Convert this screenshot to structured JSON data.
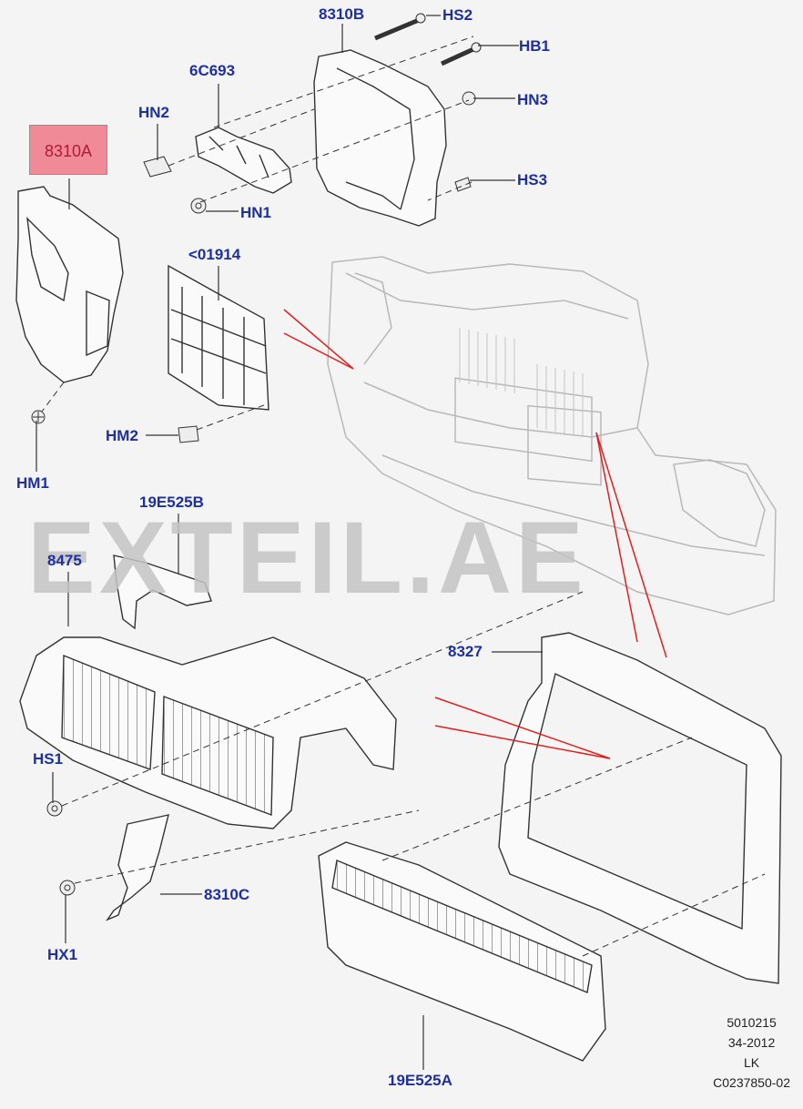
{
  "watermark": "EXTEIL.AE",
  "callouts": [
    {
      "id": "8310B",
      "label": "8310B"
    },
    {
      "id": "HS2",
      "label": "HS2"
    },
    {
      "id": "HB1",
      "label": "HB1"
    },
    {
      "id": "6C693",
      "label": "6C693"
    },
    {
      "id": "HN3",
      "label": "HN3"
    },
    {
      "id": "HN2",
      "label": "HN2"
    },
    {
      "id": "8310A",
      "label": "8310A",
      "highlighted": true
    },
    {
      "id": "HS3",
      "label": "HS3"
    },
    {
      "id": "HN1",
      "label": "HN1"
    },
    {
      "id": "01914",
      "label": "<01914"
    },
    {
      "id": "HM2",
      "label": "HM2"
    },
    {
      "id": "HM1",
      "label": "HM1"
    },
    {
      "id": "19E525B",
      "label": "19E525B"
    },
    {
      "id": "8475",
      "label": "8475"
    },
    {
      "id": "8327",
      "label": "8327"
    },
    {
      "id": "HS1",
      "label": "HS1"
    },
    {
      "id": "8310C",
      "label": "8310C"
    },
    {
      "id": "HX1",
      "label": "HX1"
    },
    {
      "id": "19E525A",
      "label": "19E525A"
    }
  ],
  "drawing_info": [
    "5010215",
    "34-2012",
    "LK",
    "C0237850-02"
  ],
  "colors": {
    "callout_text": "#1e2fa0",
    "highlight_fill": "#f08a96",
    "pointer_red": "#e02020",
    "line": "#333333",
    "ghost": "#b8b8b8"
  }
}
